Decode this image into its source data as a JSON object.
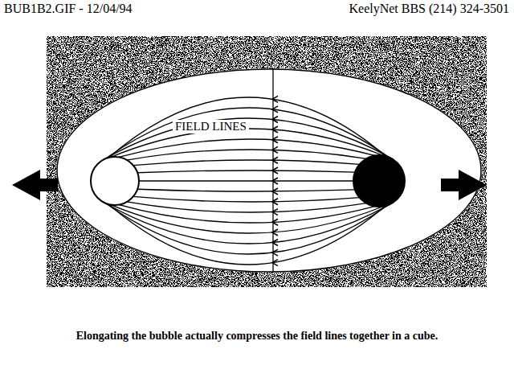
{
  "diagram": {
    "caption": "Elongating the bubble actually compresses the field lines together in a cube.",
    "nodes": [
      {
        "text": [
          "FIELD LINES"
        ]
      }
    ],
    "labels": [
      "BUB1B2.GIF  -  12/04/94",
      "KeelyNet BBS (214) 324-3501"
    ]
  }
}
